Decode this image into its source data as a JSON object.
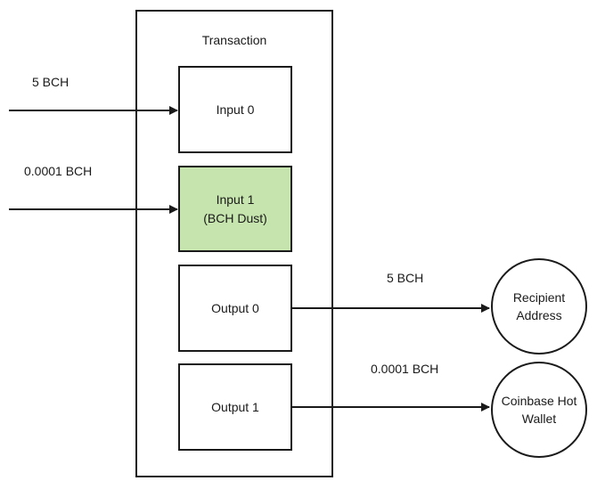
{
  "transaction": {
    "title": "Transaction"
  },
  "inputs": [
    {
      "flow_label": "5 BCH",
      "box_lines": [
        "Input 0"
      ],
      "highlight": false
    },
    {
      "flow_label": "0.0001 BCH",
      "box_lines": [
        "Input 1",
        "(BCH Dust)"
      ],
      "highlight": true,
      "highlight_color": "#c6e4ad"
    }
  ],
  "outputs": [
    {
      "flow_label": "5 BCH",
      "box_lines": [
        "Output 0"
      ],
      "destination_lines": [
        "Recipient",
        "Address"
      ]
    },
    {
      "flow_label": "0.0001 BCH",
      "box_lines": [
        "Output 1"
      ],
      "destination_lines": [
        "Coinbase Hot",
        "Wallet"
      ]
    }
  ],
  "colors": {
    "stroke": "#1a1a1a",
    "dust_fill": "#c6e4ad"
  }
}
